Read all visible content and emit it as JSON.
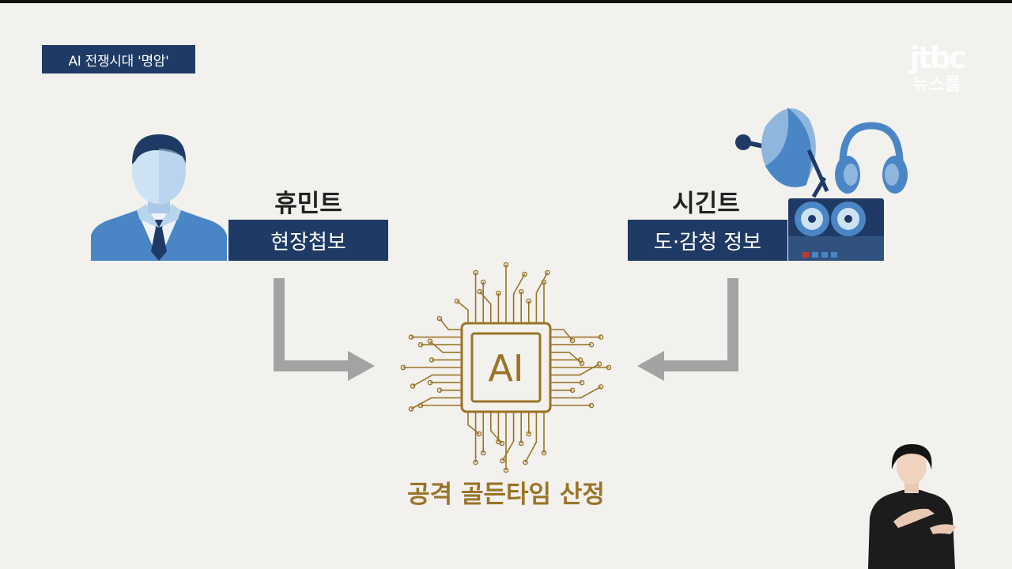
{
  "segment_tag": "AI 전쟁시대 '명암'",
  "logo": {
    "line1": "jtbc",
    "line2": "뉴스룸"
  },
  "left": {
    "title": "휴민트",
    "subtitle": "현장첩보"
  },
  "right": {
    "title": "시긴트",
    "subtitle": "도·감청 정보"
  },
  "center": {
    "chip_label": "AI",
    "caption": "공격 골든타임 산정"
  },
  "colors": {
    "navy": "#1f3a64",
    "gold": "#9a7426",
    "arrow": "#a3a3a3",
    "blue": "#4a86c5"
  },
  "icons": [
    "person-icon",
    "satellite-dish-icon",
    "headphones-icon",
    "tape-recorder-icon",
    "ai-chip-icon",
    "arrow-right-icon",
    "arrow-left-icon"
  ]
}
